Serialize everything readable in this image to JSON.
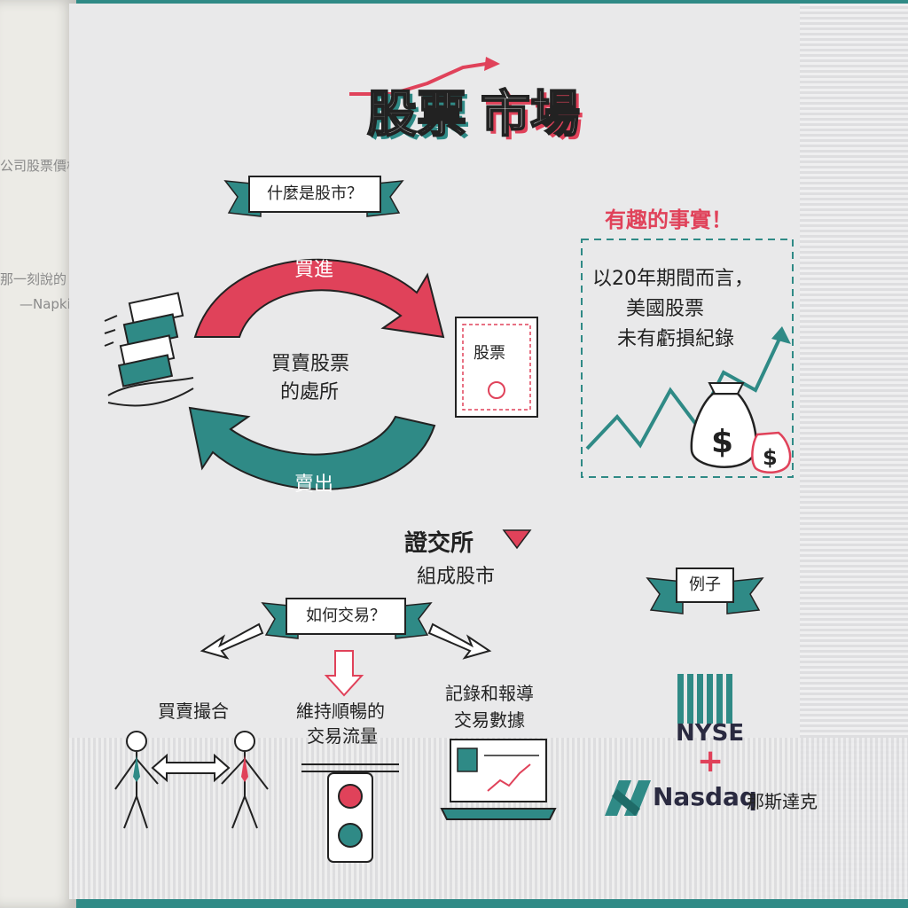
{
  "book": {
    "line1": "公司股票價格",
    "line2": "那一刻說的「Sp",
    "line3": "—Napkin Fina"
  },
  "title": {
    "part1": "股票",
    "part2": "市場"
  },
  "what_is": "什麼是股市？",
  "cycle": {
    "buy": "買進",
    "sell": "賣出",
    "center_line1": "買賣股票",
    "center_line2": "的處所",
    "stock": "股票"
  },
  "fun_fact": {
    "heading": "有趣的事實！",
    "line1": "以20年期間而言，",
    "line2": "美國股票",
    "line3": "未有虧損紀錄"
  },
  "exchange": {
    "heading": "證交所",
    "sub": "組成股市"
  },
  "how_trade": "如何交易？",
  "functions": {
    "matching": "買賣撮合",
    "flow_line1": "維持順暢的",
    "flow_line2": "交易流量",
    "record_line1": "記錄和報導",
    "record_line2": "交易數據"
  },
  "examples": {
    "label": "例子",
    "nyse": "NYSE",
    "plus": "+",
    "nasdaq": "Nasdaq",
    "nasdaq_cn": "那斯達克"
  },
  "colors": {
    "red": "#e0425a",
    "teal": "#2f8a86",
    "ink": "#222222"
  }
}
